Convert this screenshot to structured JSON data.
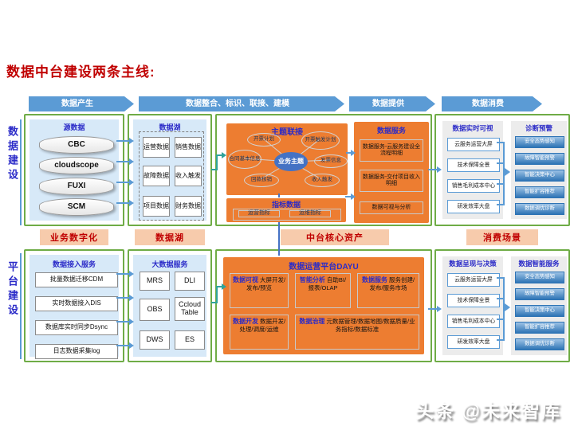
{
  "page": {
    "title": "数据中台建设两条主线:",
    "watermark": "头条 @未来智库"
  },
  "flow": {
    "stages": [
      "数据产生",
      "数据整合、标识、联接、建模",
      "数据提供",
      "数据消费"
    ]
  },
  "side": {
    "top": "数据建设",
    "bottom": "平台建设"
  },
  "bands": [
    "业务数字化",
    "数据湖",
    "中台核心资产",
    "消费场景"
  ],
  "source_data": {
    "title": "源数据",
    "items": [
      "CBC",
      "cloudscope",
      "FUXI",
      "SCM"
    ]
  },
  "data_lake": {
    "title": "数据湖",
    "items": [
      "运营数据",
      "销售数据",
      "故障数据",
      "收入触发",
      "项目数据",
      "财务数据"
    ]
  },
  "subject_link": {
    "title": "主题联接",
    "center": "业务主题",
    "nodes": [
      "开票计划",
      "开票触发计划",
      "合同基本信息",
      "发票信息",
      "回款核销",
      "收入触发"
    ]
  },
  "indicator": {
    "title": "指标数据",
    "items": [
      "运营指标",
      "运维指标"
    ]
  },
  "data_service": {
    "title": "数据服务",
    "items": [
      "数据服务-云服务建设全流程明细",
      "数据服务-交付项目收入明细",
      "数据可视与分析"
    ]
  },
  "realtime": {
    "title": "数据实时可视",
    "items": [
      "云服务运营大屏",
      "技术保障全景",
      "销售毛利成本中心",
      "研发效率大盘"
    ]
  },
  "diagnosis": {
    "title": "诊断预警",
    "items": [
      "安全态势感知",
      "故障智能预警",
      "智能决策中心",
      "智能扩容推荐",
      "数据调优诊断"
    ]
  },
  "data_access": {
    "title": "数据接入服务",
    "items": [
      "批量数据迁移CDM",
      "实时数据接入DIS",
      "数据库实时同步Dsync",
      "日志数据采集log"
    ]
  },
  "bigdata": {
    "title": "大数据服务",
    "items": [
      "MRS",
      "DLI",
      "OBS",
      "Ccloud Table",
      "DWS",
      "ES"
    ]
  },
  "dayu": {
    "title": "数据运营平台DAYU",
    "modules": [
      {
        "name": "数据可视",
        "desc": "大屏开发/发布/预览"
      },
      {
        "name": "智能分析",
        "desc": "自助BI/报表/OLAP"
      },
      {
        "name": "数据服务",
        "desc": "服务创建/发布/服务市场"
      },
      {
        "name": "数据开发",
        "desc": "数据开发/处理/调度/运维"
      },
      {
        "name": "数据治理",
        "desc": "元数据管理/数据地图/数据质量/业务指标/数据标准"
      }
    ]
  },
  "presentation": {
    "title": "数据呈现与决策",
    "items": [
      "云服务运营大屏",
      "技术保障全景",
      "销售毛利成本中心",
      "研发效率大盘"
    ]
  },
  "intelligent": {
    "title": "数据智能服务",
    "items": [
      "安全态势感知",
      "故障智能预警",
      "智能决策中心",
      "智能扩容推荐",
      "数据调优诊断"
    ]
  },
  "colors": {
    "accent_blue": "#5B9BD5",
    "green_border": "#6FAC46",
    "orange": "#ED7D31",
    "title_red": "#C00000",
    "band_bg": "#F7CBAC",
    "title_blue": "#2B2BC8",
    "teal_connector": "#2FA39B"
  }
}
